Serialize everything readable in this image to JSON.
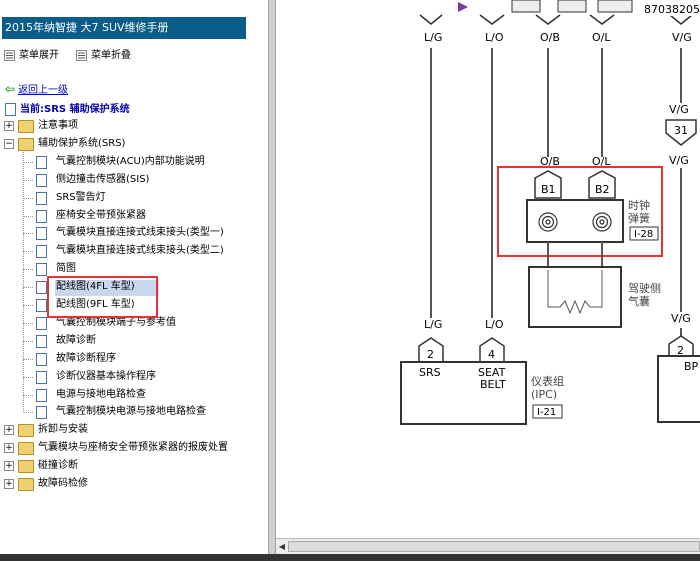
{
  "window": {
    "title": "2015年纳智捷 大7 SUV维修手册"
  },
  "menu": {
    "expand_label": "菜单展开",
    "collapse_label": "菜单折叠"
  },
  "nav": {
    "back_label": "返回上一级",
    "current_label": "当前:SRS 辅助保护系统"
  },
  "tree": [
    {
      "label": "注意事项",
      "type": "folder",
      "level": 0,
      "expander": "+"
    },
    {
      "label": "辅助保护系统(SRS)",
      "type": "folder",
      "level": 0,
      "expander": "-"
    },
    {
      "label": "气囊控制模块(ACU)内部功能说明",
      "type": "page",
      "level": 1
    },
    {
      "label": "侧边撞击传感器(SIS)",
      "type": "page",
      "level": 1
    },
    {
      "label": "SRS警告灯",
      "type": "page",
      "level": 1
    },
    {
      "label": "座椅安全带预张紧器",
      "type": "page",
      "level": 1
    },
    {
      "label": "气囊模块直接连接式线束接头(类型一)",
      "type": "page",
      "level": 1
    },
    {
      "label": "气囊模块直接连接式线束接头(类型二)",
      "type": "page",
      "level": 1
    },
    {
      "label": "简图",
      "type": "page",
      "level": 1
    },
    {
      "label": "配线图(4FL 车型)",
      "type": "page",
      "level": 1,
      "selected": true
    },
    {
      "label": "配线图(9FL 车型)",
      "type": "page",
      "level": 1
    },
    {
      "label": "气囊控制模块端子与参考值",
      "type": "page",
      "level": 1
    },
    {
      "label": "故障诊断",
      "type": "page",
      "level": 1
    },
    {
      "label": "故障诊断程序",
      "type": "page",
      "level": 1
    },
    {
      "label": "诊断仪器基本操作程序",
      "type": "page",
      "level": 1
    },
    {
      "label": "电源与接地电路检查",
      "type": "page",
      "level": 1
    },
    {
      "label": "气囊控制模块电源与接地电路检查",
      "type": "page",
      "level": 1
    },
    {
      "label": "拆卸与安装",
      "type": "folder",
      "level": 0,
      "expander": "+"
    },
    {
      "label": "气囊模块与座椅安全带预张紧器的报废处置",
      "type": "folder",
      "level": 0,
      "expander": "+"
    },
    {
      "label": "碰撞诊断",
      "type": "folder",
      "level": 0,
      "expander": "+"
    },
    {
      "label": "故障码检修",
      "type": "folder",
      "level": 0,
      "expander": "+"
    }
  ],
  "diagram": {
    "doc_number": "87038205",
    "wires": [
      "L/G",
      "L/O",
      "O/B",
      "O/L",
      "V/G"
    ],
    "connector_31": "31",
    "connector_31_wire": "V/G",
    "b1": "B1",
    "b2": "B2",
    "clock_spring_label": "时钟\n弹簧",
    "clock_spring_ref": "I-28",
    "driver_airbag_label": "驾驶侧\n气囊",
    "ipc_pin2": "2",
    "ipc_pin4": "4",
    "ipc_srs": "SRS",
    "ipc_seatbelt": "SEAT\nBELT",
    "ipc_label": "仪表组\n(IPC)",
    "ipc_ref": "I-21",
    "right_pin": "2",
    "right_label": "BP",
    "lower_wire_lg": "L/G",
    "lower_wire_lo": "L/O",
    "lower_wire_vg": "V/G"
  }
}
